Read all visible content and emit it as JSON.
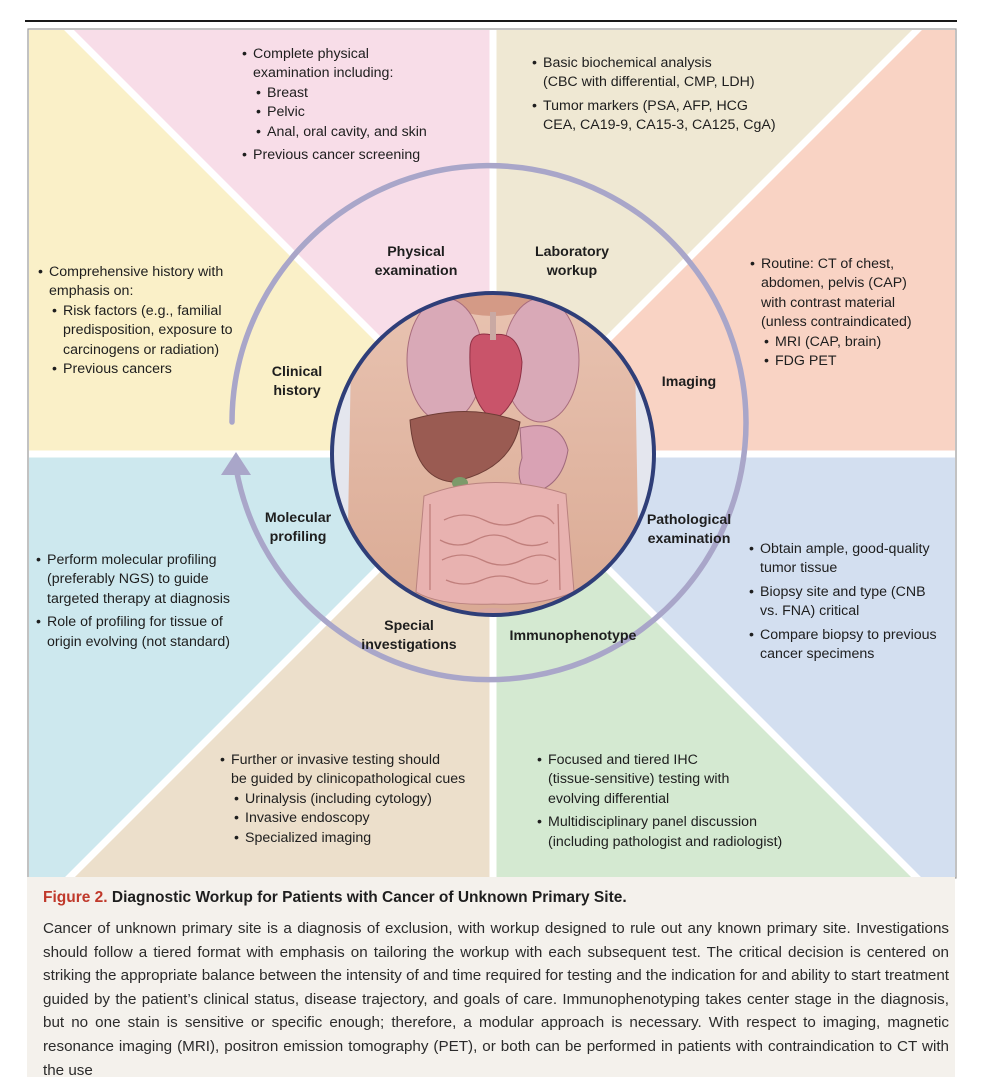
{
  "colors": {
    "physical": "#f8dde8",
    "laboratory": "#efe8d3",
    "imaging": "#f9d3c4",
    "pathological": "#d3dff0",
    "immunophenotype": "#d4e9d1",
    "special": "#ecdfcb",
    "molecular": "#cde8ee",
    "clinical": "#faf0c8",
    "ring": "#a9a6c9",
    "body_ring": "#2f3e78",
    "caption_accent": "#c0392b"
  },
  "diagram": {
    "labels": {
      "physical": [
        "Physical",
        "examination"
      ],
      "laboratory": [
        "Laboratory",
        "workup"
      ],
      "imaging": [
        "Imaging"
      ],
      "pathological": [
        "Pathological",
        "examination"
      ],
      "immunophenotype": [
        "Immunophenotype"
      ],
      "special": [
        "Special",
        "investigations"
      ],
      "molecular": [
        "Molecular",
        "profiling"
      ],
      "clinical": [
        "Clinical",
        "history"
      ]
    },
    "physical_text": {
      "b1": [
        "Complete physical",
        "examination including:"
      ],
      "subs": [
        "Breast",
        "Pelvic",
        "Anal, oral cavity, and skin"
      ],
      "b2": "Previous cancer screening"
    },
    "laboratory_text": {
      "b1": [
        "Basic biochemical analysis",
        "(CBC with differential, CMP, LDH)"
      ],
      "b2": [
        "Tumor markers (PSA, AFP, HCG",
        "CEA, CA19-9, CA15-3, CA125, CgA)"
      ]
    },
    "imaging_text": {
      "b1": [
        "Routine: CT of chest,",
        "abdomen, pelvis (CAP)",
        "with contrast material",
        "(unless contraindicated)"
      ],
      "subs": [
        "MRI (CAP, brain)",
        "FDG PET"
      ]
    },
    "pathological_text": {
      "b1": [
        "Obtain ample, good-quality",
        "tumor tissue"
      ],
      "b2": [
        "Biopsy site and type (CNB",
        "vs. FNA) critical"
      ],
      "b3": [
        "Compare biopsy to previous",
        "cancer specimens"
      ]
    },
    "immunophenotype_text": {
      "b1": [
        "Focused and tiered IHC",
        "(tissue-sensitive) testing with",
        "evolving differential"
      ],
      "b2": [
        "Multidisciplinary panel discussion",
        "(including pathologist and radiologist)"
      ]
    },
    "special_text": {
      "b1": [
        "Further or invasive testing should",
        "be guided by clinicopathological cues"
      ],
      "subs": [
        "Urinalysis (including cytology)",
        "Invasive endoscopy",
        "Specialized imaging"
      ]
    },
    "molecular_text": {
      "b1": [
        "Perform molecular profiling",
        "(preferably NGS) to guide",
        "targeted therapy at diagnosis"
      ],
      "b2": [
        "Role of profiling for tissue of",
        "origin evolving (not standard)"
      ]
    },
    "clinical_text": {
      "b1": [
        "Comprehensive history with",
        "emphasis on:"
      ],
      "subs": [
        [
          "Risk factors (e.g., familial",
          "predisposition, exposure to",
          "carcinogens or radiation)"
        ],
        [
          "Previous cancers"
        ]
      ]
    }
  },
  "caption": {
    "figure_label": "Figure 2.",
    "title": "Diagnostic Workup for Patients with Cancer of Unknown Primary Site.",
    "body": "Cancer of unknown primary site is a diagnosis of exclusion, with workup designed to rule out any known primary site. Investigations should follow a tiered format with emphasis on tailoring the workup with each subsequent test. The critical decision is centered on striking the appropriate balance between the intensity of and time required for testing and the indication for and ability to start treatment guided by the patient’s clinical status, disease trajectory, and goals of care. Immunophenotyping takes center stage in the diagnosis, but no one stain is sensitive or specific enough; therefore, a modular approach is necessary. With respect to imaging, magnetic resonance imaging (MRI), positron emission tomography (PET), or both can be performed in patients with contraindication to CT with the use"
  }
}
